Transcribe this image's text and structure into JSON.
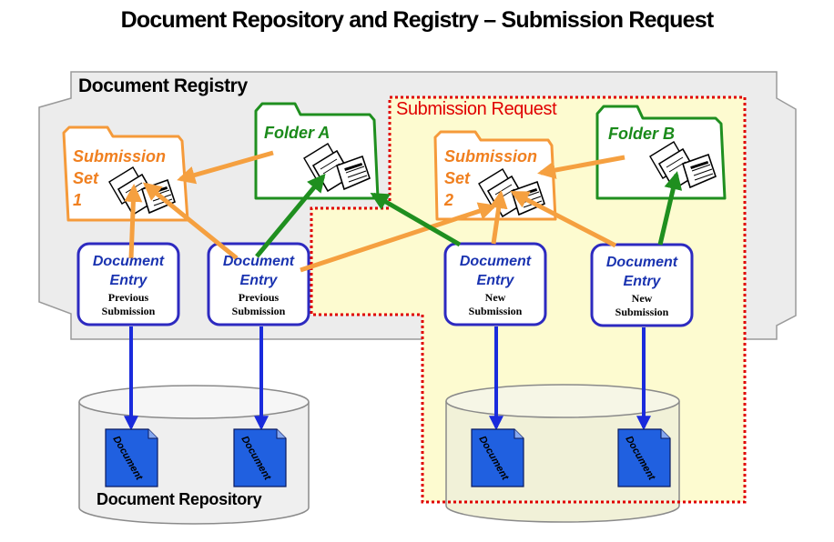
{
  "title": "Document Repository and Registry – Submission Request",
  "registry_label": "Document Registry",
  "submission_request_label": "Submission Request",
  "repository_label": "Document Repository",
  "colors": {
    "orange": "#f5a040",
    "green": "#1f8f1f",
    "blue": "#1a2bdc",
    "red": "#e00000",
    "registry_fill": "#ececec",
    "request_fill": "#fdfbd0",
    "document_fill": "#2060e0"
  },
  "submission_sets": [
    {
      "line1": "Submission",
      "line2": "Set",
      "line3": "1"
    },
    {
      "line1": "Submission",
      "line2": "Set",
      "line3": "2"
    }
  ],
  "folders": [
    {
      "label": "Folder  A"
    },
    {
      "label": "Folder  B"
    }
  ],
  "entries": [
    {
      "title1": "Document",
      "title2": "Entry",
      "sub1": "Previous",
      "sub2": "Submission"
    },
    {
      "title1": "Document",
      "title2": "Entry",
      "sub1": "Previous",
      "sub2": "Submission"
    },
    {
      "title1": "Document",
      "title2": "Entry",
      "sub1": "New",
      "sub2": "Submission"
    },
    {
      "title1": "Document",
      "title2": "Entry",
      "sub1": "New",
      "sub2": "Submission"
    }
  ],
  "documents": [
    {
      "label": "Document"
    },
    {
      "label": "Document"
    },
    {
      "label": "Document"
    },
    {
      "label": "Document"
    }
  ]
}
